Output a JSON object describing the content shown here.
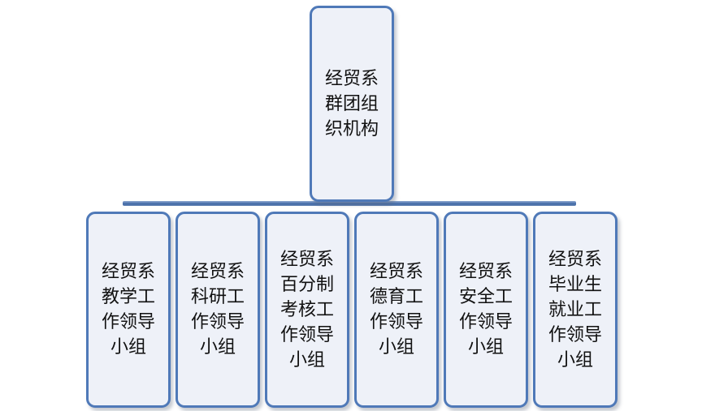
{
  "root": {
    "label": "经贸系群团组织机构"
  },
  "children": [
    {
      "label": "经贸系教学工作领导小组"
    },
    {
      "label": "经贸系科研工作领导小组"
    },
    {
      "label": "经贸系百分制考核工作领导小组"
    },
    {
      "label": "经贸系德育工作领导小组"
    },
    {
      "label": "经贸系安全工作领导小组"
    },
    {
      "label": "经贸系毕业生就业工作领导小组"
    }
  ],
  "colors": {
    "box_fill": "#eef1f8",
    "box_border": "#4f79b8",
    "connector": "#3f68a6"
  }
}
